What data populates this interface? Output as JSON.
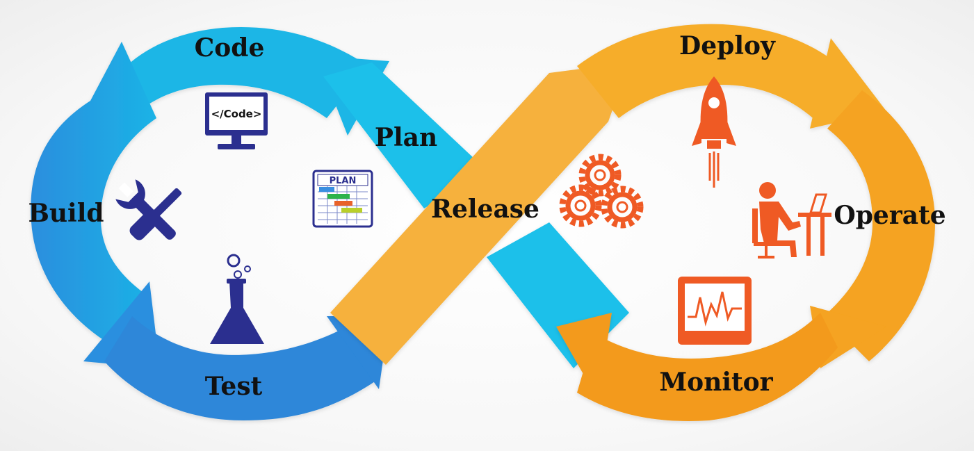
{
  "diagram": {
    "stages": {
      "code": "Code",
      "plan": "Plan",
      "build": "Build",
      "test": "Test",
      "release": "Release",
      "deploy": "Deploy",
      "operate": "Operate",
      "monitor": "Monitor"
    },
    "icons": {
      "code_screen_text": "</Code>",
      "plan_board_text": "PLAN",
      "code": "monitor-code-icon",
      "plan": "gantt-plan-icon",
      "build": "wrench-screwdriver-icon",
      "test": "flask-icon",
      "release": "gears-icon",
      "deploy": "rocket-icon",
      "operate": "person-at-desk-icon",
      "monitor": "heartbeat-monitor-icon"
    },
    "colors": {
      "dev_blue_light": "#1cb8e6",
      "dev_blue_dark": "#2a7fd6",
      "ops_orange_light": "#f6b23a",
      "ops_orange_dark": "#f39a1c",
      "icon_navy": "#2b2f8f",
      "icon_orange": "#ef5a24"
    }
  }
}
